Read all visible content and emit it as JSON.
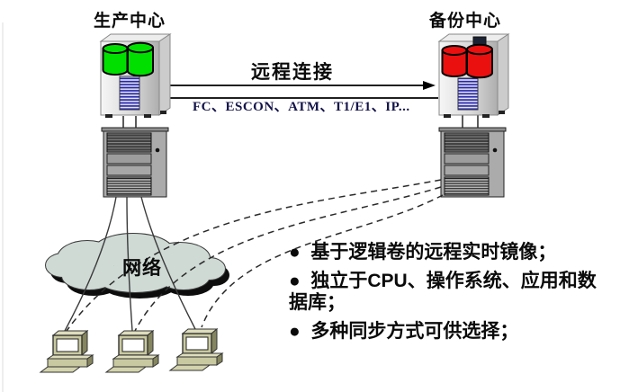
{
  "labels": {
    "production_center": "生产中心",
    "backup_center": "备份中心",
    "remote_connection": "远程连接",
    "protocols": "FC、ESCON、ATM、T1/E1、IP...",
    "network": "网络"
  },
  "features": [
    "●  基于逻辑卷的远程实时镜像；",
    "●  独立于CPU、操作系统、应用和数\n据库；",
    "●  多种同步方式可供选择；"
  ],
  "colors": {
    "production_disks": "#00df00",
    "backup_disks": "#ea1010",
    "cloud": "#cfdad5",
    "protocol_text": "#14144a"
  }
}
